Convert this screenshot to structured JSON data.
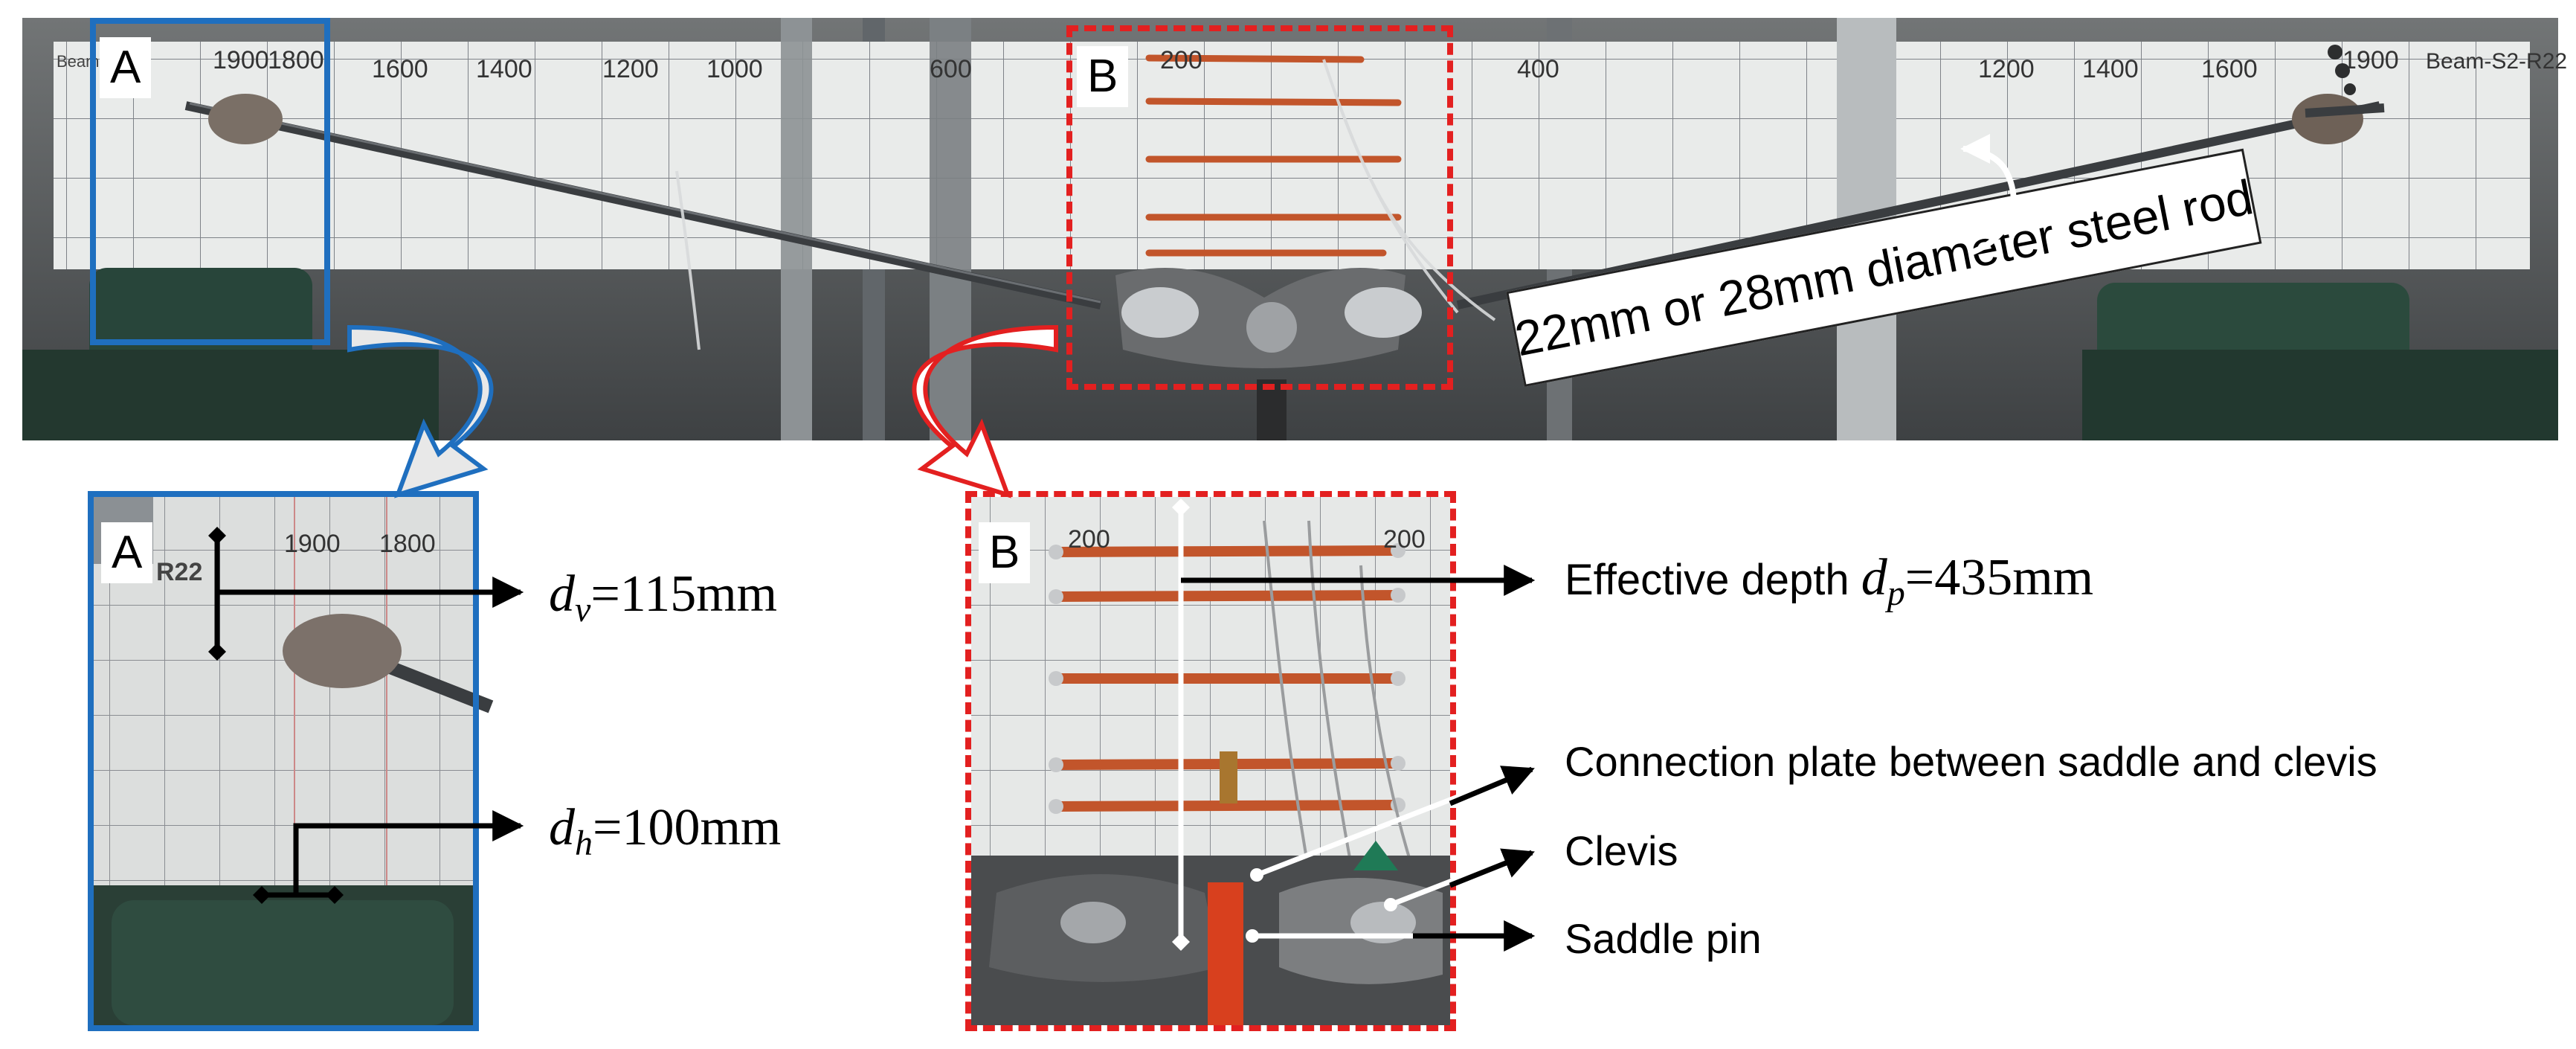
{
  "panels": {
    "top": {
      "label_a": "A",
      "label_b": "B"
    },
    "inset_a": {
      "label": "A"
    },
    "inset_b": {
      "label": "B"
    }
  },
  "photo_text": {
    "beam_id": "Beam-S2-R22",
    "top_ticks": [
      "1900",
      "1800",
      "1600",
      "1400",
      "1200",
      "1000",
      "600",
      "200",
      "400",
      "1200",
      "1400",
      "1600",
      "1900"
    ],
    "inset_a_ticks": [
      "1900",
      "1800"
    ],
    "inset_a_id": "R22",
    "inset_b_ticks": [
      "200",
      "200"
    ]
  },
  "annotations": {
    "rod": "22mm or 28mm diameter steel rod",
    "dv": {
      "symbol": "d",
      "sub": "v",
      "value": "=115mm"
    },
    "dh": {
      "symbol": "d",
      "sub": "h",
      "value": "=100mm"
    },
    "depth": {
      "prefix": "Effective depth ",
      "symbol": "d",
      "sub": "p",
      "value": "=435mm"
    },
    "plate": "Connection plate between saddle and clevis",
    "clevis": "Clevis",
    "pin": "Saddle pin"
  },
  "colors": {
    "blue_frame": "#1f6fbf",
    "red_frame": "#e32020",
    "photo_background": "#5d5f60",
    "beam_face": "#e9ebea",
    "strap": "#c2552b",
    "clevis_bracket": "#d8401e"
  }
}
